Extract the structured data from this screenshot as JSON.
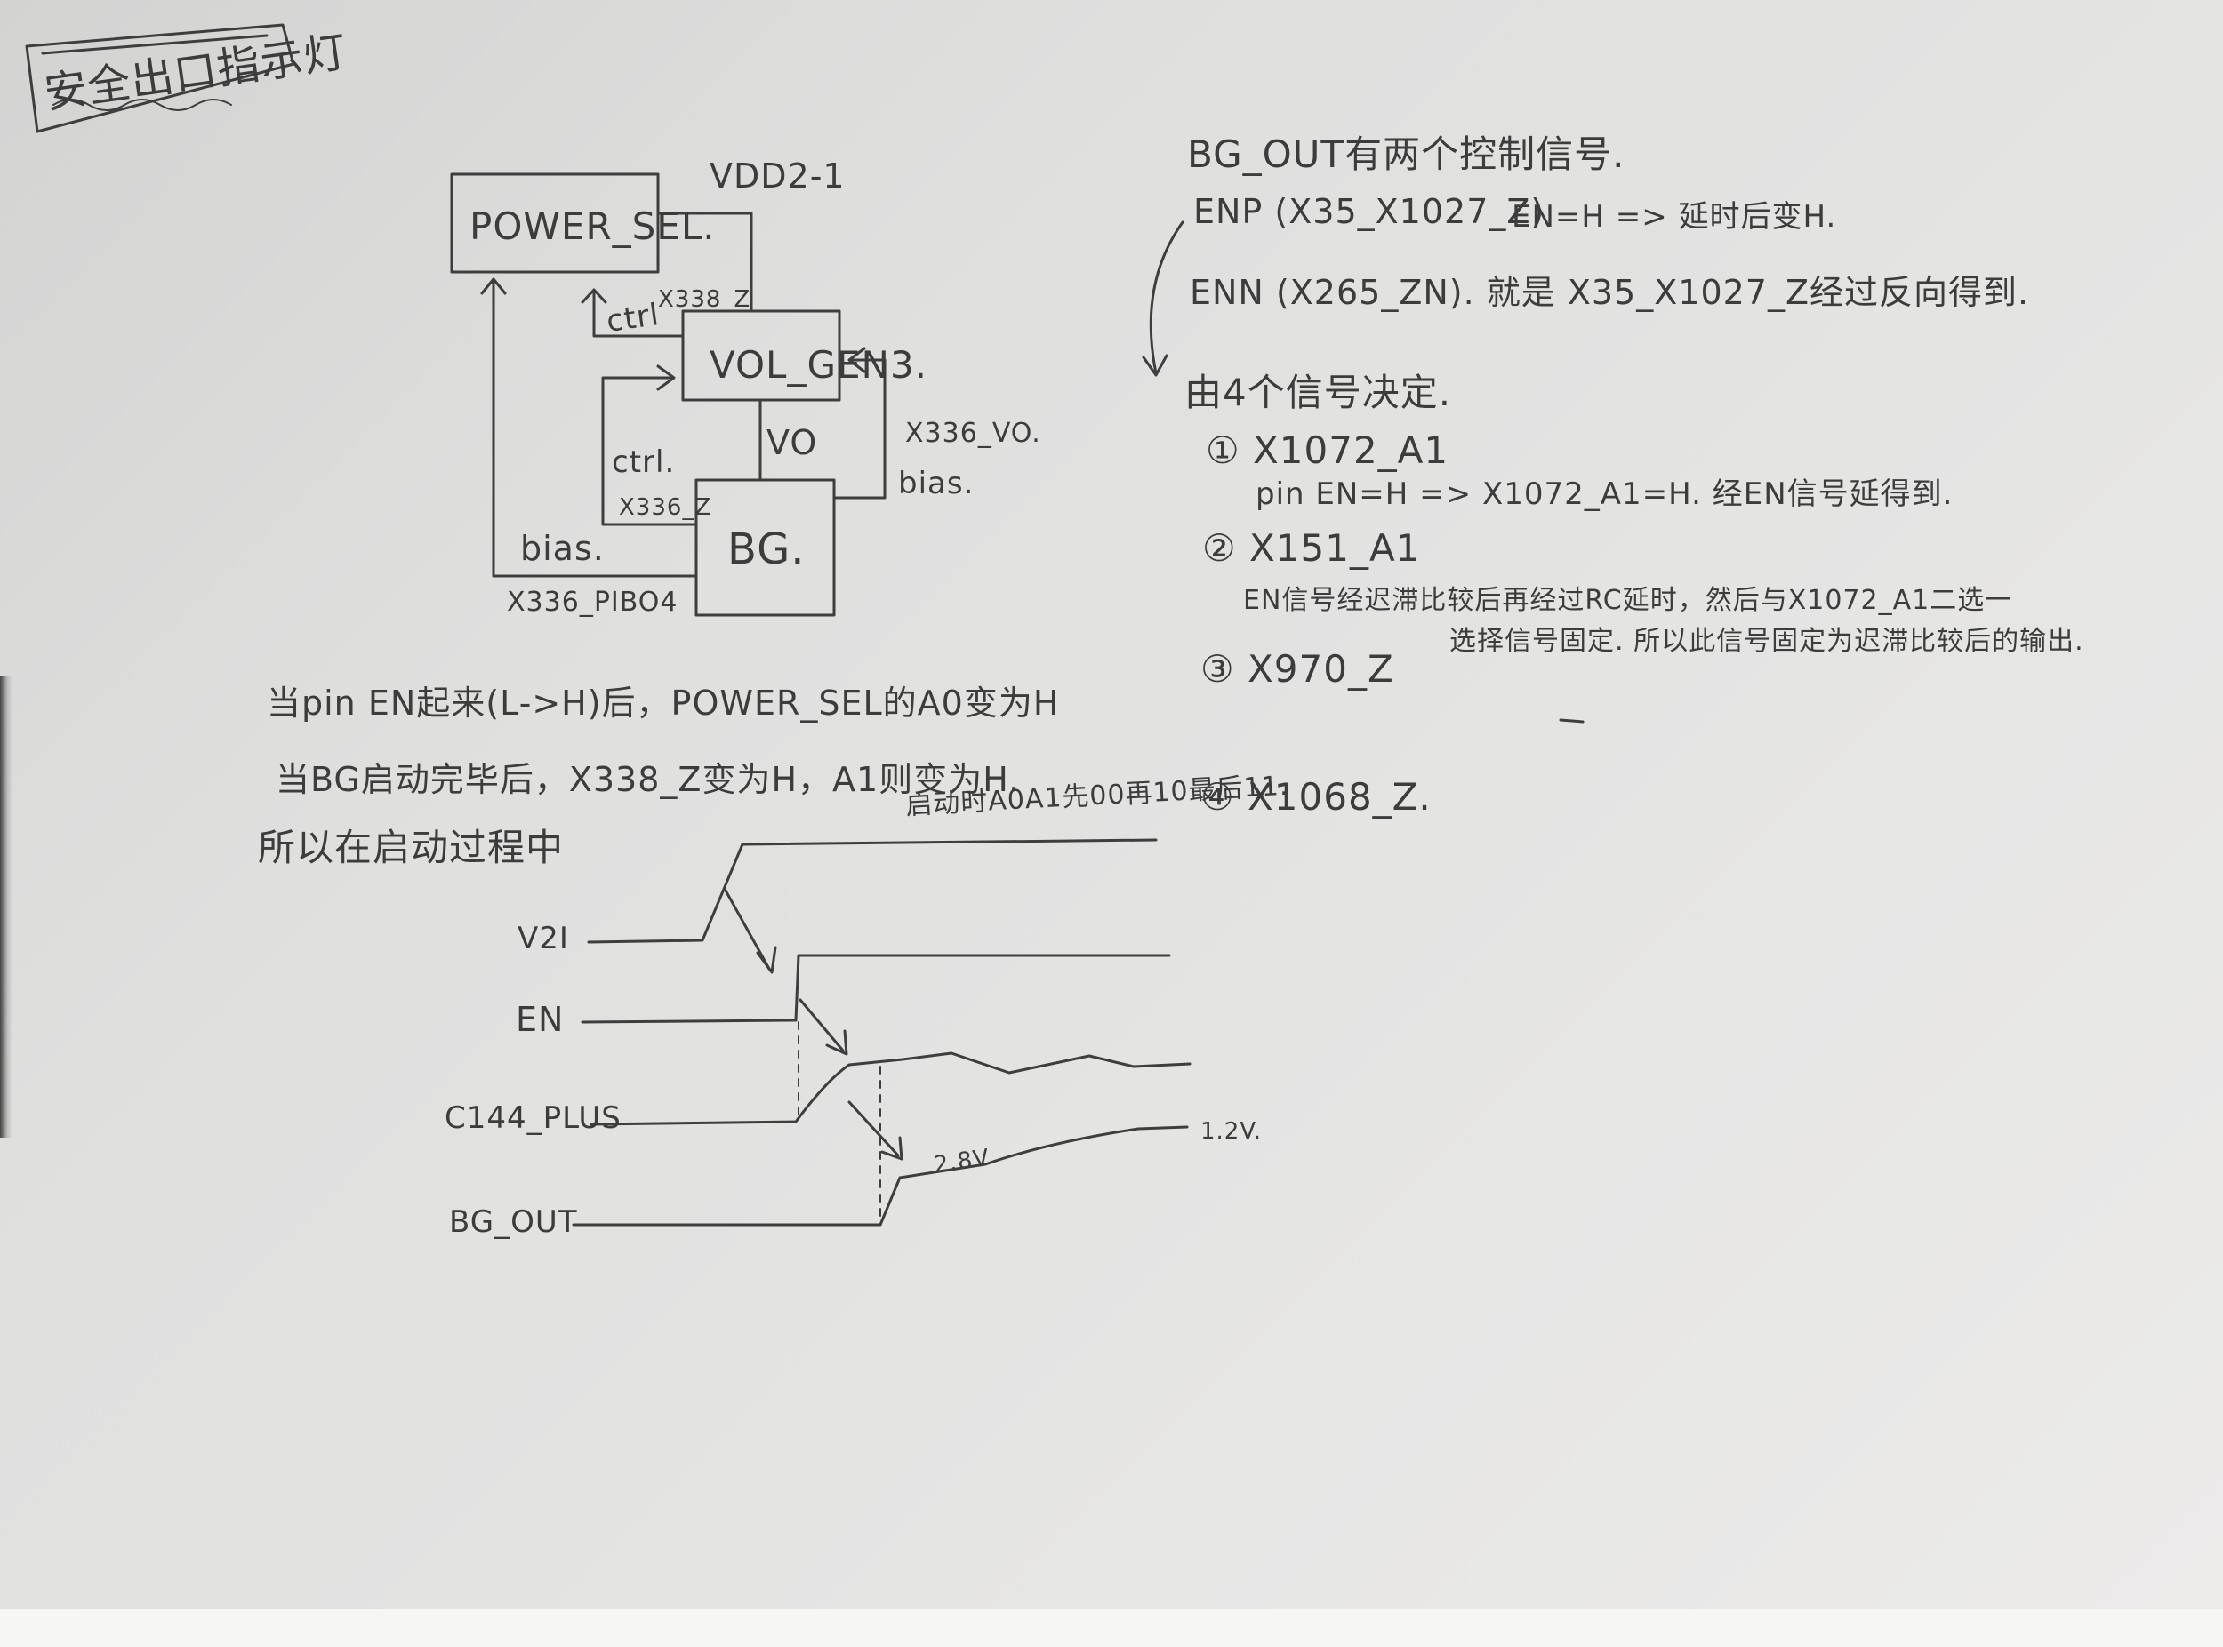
{
  "title": "安全出口指示灯",
  "block_diagram": {
    "power_sel": "POWER_SEL.",
    "vdd_label": "VDD2-1",
    "ctrl_top": "ctrl",
    "x338": "X338_Z",
    "vol_gen": "VOL_GEN3.",
    "vo": "VO",
    "x336_vo": "X336_VO.",
    "bias_right": "bias.",
    "ctrl_mid": "ctrl.",
    "x336_z": "X336_Z",
    "bg": "BG.",
    "bias_left": "bias.",
    "x336_pibo": "X336_PIBO4"
  },
  "notes_left": [
    "当pin EN起来(L->H)后，POWER_SEL的A0变为H",
    "当BG启动完毕后，X338_Z变为H，A1则变为H.",
    "启动时A0A1先00再10最后11.",
    "所以在启动过程中"
  ],
  "notes_right": {
    "heading": "BG_OUT有两个控制信号.",
    "enp": "ENP (X35_X1027_Z)",
    "enp_note": "EN=H => 延时后变H.",
    "enn": "ENN (X265_ZN). 就是 X35_X1027_Z经过反向得到.",
    "decided": "由4个信号决定.",
    "item1": "① X1072_A1",
    "item1_note": "pin EN=H => X1072_A1=H. 经EN信号延得到.",
    "item2": "② X151_A1",
    "item2_note1": "EN信号经迟滞比较后再经过RC延时，然后与X1072_A1二选一",
    "item2_note2": "选择信号固定. 所以此信号固定为迟滞比较后的输出.",
    "item3": "③ X970_Z",
    "item4": "④ X1068_Z."
  },
  "waveforms": {
    "labels": [
      "V2I",
      "EN",
      "C144_PLUS",
      "BG_OUT"
    ],
    "v28": "2.8V",
    "v12": "1.2V."
  }
}
